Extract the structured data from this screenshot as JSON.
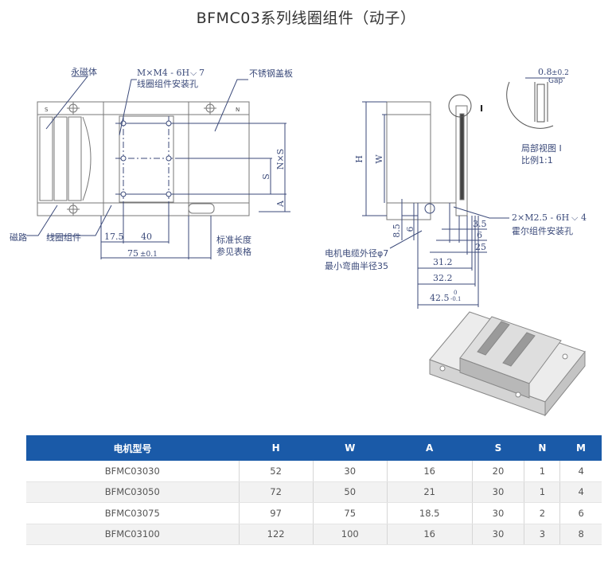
{
  "title": "BFMC03系列线圈组件（动子）",
  "labels": {
    "permanent_magnet": "永磁体",
    "mounting_holes_line1": "M×M4 - 6H",
    "mounting_holes_depth": "7",
    "mounting_holes_line2": "线圈组件安装孔",
    "stainless_cover": "不锈钢盖板",
    "magnet_track": "磁路",
    "coil_assembly": "线圈组件",
    "std_length_1": "标准长度",
    "std_length_2": "参见表格",
    "cable_1": "电机电缆外径φ7",
    "cable_2": "最小弯曲半径35",
    "hall_holes_1": "2×M2.5 - 6H",
    "hall_holes_depth": "4",
    "hall_holes_2": "霍尔组件安装孔",
    "detail_1": "局部视图 I",
    "detail_2": "比例1:1",
    "detail_marker": "I",
    "gap_value": "0.8",
    "gap_tol": "±0.2",
    "gap_label": "Gap",
    "nxs": "N×S",
    "s_dim": "S",
    "a_dim": "A",
    "h_dim": "H",
    "w_dim": "W",
    "pole_s": "S",
    "pole_n": "N",
    "d_17_5": "17.5",
    "d_40": "40",
    "d_75": "75",
    "d_75_tol": "±0.1",
    "d_8_5": "8.5",
    "d_6v": "6",
    "d_3_5": "3.5",
    "d_6": "6",
    "d_25": "25",
    "d_31_2": "31.2",
    "d_32_2": "32.2",
    "d_42_5": "42.5",
    "d_42_5_tol_up": "0",
    "d_42_5_tol_dn": "-0.1"
  },
  "table": {
    "headers": [
      "电机型号",
      "H",
      "W",
      "A",
      "S",
      "N",
      "M"
    ],
    "rows": [
      [
        "BFMC03030",
        "52",
        "30",
        "16",
        "20",
        "1",
        "4"
      ],
      [
        "BFMC03050",
        "72",
        "50",
        "21",
        "30",
        "1",
        "4"
      ],
      [
        "BFMC03075",
        "97",
        "75",
        "18.5",
        "30",
        "2",
        "6"
      ],
      [
        "BFMC03100",
        "122",
        "100",
        "16",
        "30",
        "3",
        "8"
      ]
    ]
  },
  "colors": {
    "header_bg": "#1a5aa8",
    "line": "#3b4a7a",
    "outline": "#777777"
  }
}
